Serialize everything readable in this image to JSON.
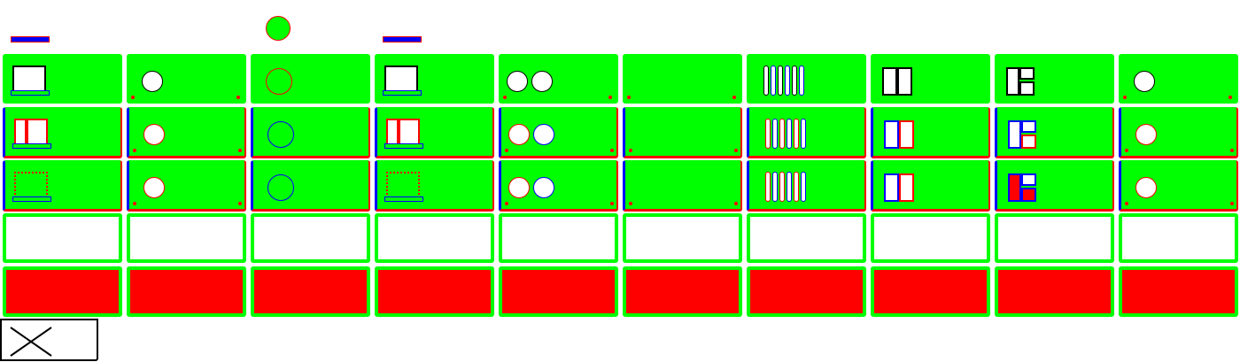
{
  "colors": {
    "green": "#00ff00",
    "red": "#ff0000",
    "blue": "#0000ff",
    "white": "#ffffff",
    "black": "#000000"
  },
  "legend": [
    {
      "name": "legend-swatch-1",
      "kind": "bar"
    },
    {
      "name": "legend-swatch-2",
      "kind": "circle"
    },
    {
      "name": "legend-swatch-3",
      "kind": "bar"
    }
  ],
  "columns": [
    {
      "id": "c1",
      "icon": "window-icon"
    },
    {
      "id": "c2",
      "icon": "porthole-icon"
    },
    {
      "id": "c3",
      "icon": "ring-icon"
    },
    {
      "id": "c4",
      "icon": "window-icon"
    },
    {
      "id": "c5",
      "icon": "double-porthole-icon"
    },
    {
      "id": "c6",
      "icon": "blank-panel-icon"
    },
    {
      "id": "c7",
      "icon": "vent-slats-icon"
    },
    {
      "id": "c8",
      "icon": "double-door-icon"
    },
    {
      "id": "c9",
      "icon": "split-door-icon"
    },
    {
      "id": "c10",
      "icon": "porthole-icon"
    }
  ],
  "rows": [
    {
      "name": "row-state-1",
      "fill": "green",
      "variant": "plain"
    },
    {
      "name": "row-state-2",
      "fill": "green",
      "variant": "outlined"
    },
    {
      "name": "row-state-3",
      "fill": "green",
      "variant": "outlined-alt"
    },
    {
      "name": "row-state-4",
      "fill": "white",
      "variant": "empty"
    },
    {
      "name": "row-state-5",
      "fill": "red",
      "variant": "empty"
    }
  ],
  "footer_box": {
    "icon": "close-icon"
  }
}
